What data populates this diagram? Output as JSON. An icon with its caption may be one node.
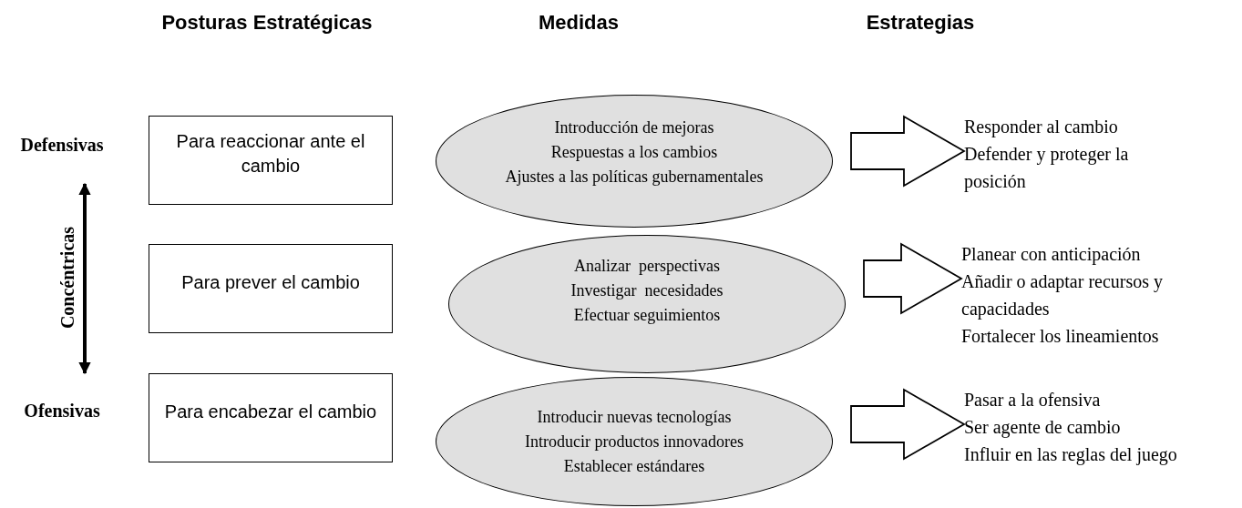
{
  "diagram": {
    "nodes": [
      {
        "text": [
          "Para reaccionar ante el cambio"
        ]
      },
      {
        "text": [
          "Para prever el cambio"
        ]
      },
      {
        "text": [
          "Para encabezar el cambio"
        ]
      },
      {
        "text": [
          "Introducción de mejoras",
          "Respuestas a los cambios",
          "Ajustes a las políticas gubernamentales"
        ]
      },
      {
        "text": [
          "Analizar  perspectivas",
          "Investigar  necesidades",
          "Efectuar seguimientos"
        ]
      },
      {
        "text": [
          "Introducir nuevas tecnologías",
          "Introducir productos innovadores",
          "Establecer estándares"
        ]
      },
      {
        "text": [
          "Responder al cambio",
          "Defender y proteger la posición"
        ]
      },
      {
        "text": [
          "Planear con anticipación",
          "Añadir o adaptar recursos y capacidades",
          "Fortalecer los lineamientos"
        ]
      },
      {
        "text": [
          "Pasar a la ofensiva",
          "Ser agente de cambio",
          "Influir en las reglas del juego"
        ]
      },
      {
        "text": [
          "Defensivas"
        ]
      },
      {
        "text": [
          "Ofensivas"
        ]
      }
    ],
    "edges": [
      {
        "from": 3,
        "to": 6,
        "arrow": "to",
        "style": "thick"
      },
      {
        "from": 4,
        "to": 7,
        "arrow": "to",
        "style": "thick"
      },
      {
        "from": 5,
        "to": 8,
        "arrow": "to",
        "style": "thick"
      },
      {
        "from": 9,
        "to": 10,
        "arrow": "both",
        "label": "Concéntricas"
      }
    ],
    "labels": [
      "Posturas Estratégicas",
      "Medidas",
      "Estrategias"
    ]
  }
}
